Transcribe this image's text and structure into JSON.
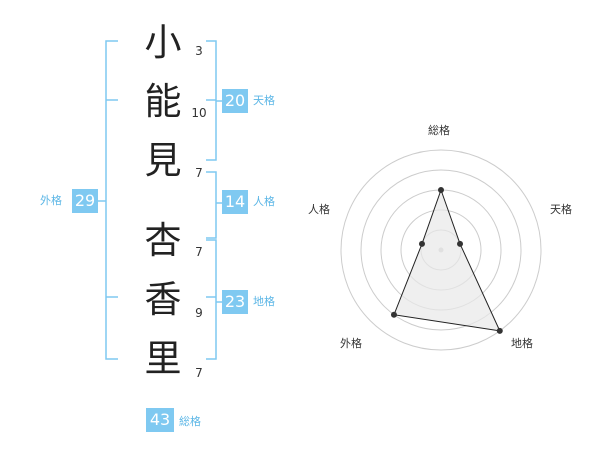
{
  "name_chars": [
    {
      "char": "小",
      "strokes": "3"
    },
    {
      "char": "能",
      "strokes": "10"
    },
    {
      "char": "見",
      "strokes": "7"
    },
    {
      "char": "杏",
      "strokes": "7"
    },
    {
      "char": "香",
      "strokes": "9"
    },
    {
      "char": "里",
      "strokes": "7"
    }
  ],
  "tenkaku": {
    "value": "20",
    "label": "天格"
  },
  "jinkaku": {
    "value": "14",
    "label": "人格"
  },
  "chikaku": {
    "value": "23",
    "label": "地格"
  },
  "gaikaku": {
    "value": "29",
    "label": "外格"
  },
  "soukaku": {
    "value": "43",
    "label": "総格"
  },
  "chart_data": {
    "type": "radar",
    "axes": [
      "総格",
      "天格",
      "地格",
      "外格",
      "人格"
    ],
    "values": [
      3,
      1,
      5,
      4,
      1
    ],
    "max": 5,
    "colors": {
      "line": "#222222",
      "fill": "#e8e8e8",
      "ring": "#cccccc"
    }
  }
}
